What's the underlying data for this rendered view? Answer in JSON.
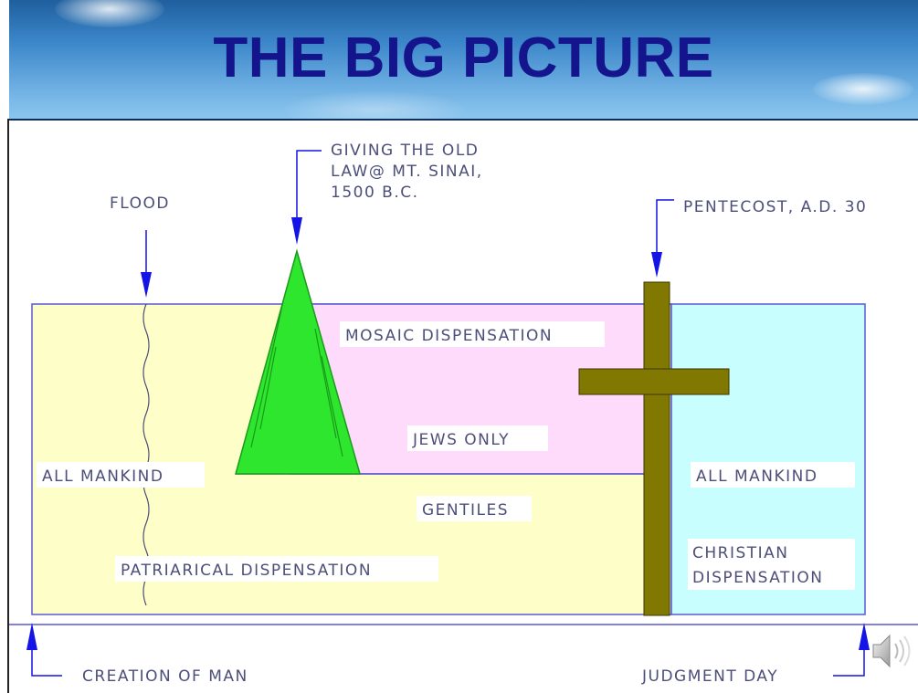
{
  "title": "THE BIG PICTURE",
  "labels": {
    "flood": "FLOOD",
    "sinai": [
      "GIVING THE OLD",
      "LAW@ MT. SINAI,",
      "1500 B.C."
    ],
    "pentecost": "PENTECOST, A.D. 30",
    "mosaic": "MOSAIC DISPENSATION",
    "jews_only": "JEWS ONLY",
    "all_mankind_left": "ALL MANKIND",
    "gentiles": "GENTILES",
    "patriarical": "PATRIARICAL DISPENSATION",
    "all_mankind_right": "ALL MANKIND",
    "christian": [
      "CHRISTIAN",
      "DISPENSATION"
    ],
    "creation": "CREATION OF MAN",
    "judgment": "JUDGMENT DAY"
  },
  "colors": {
    "patriarchal_region": "#fefec8",
    "mosaic_region": "#fedbfa",
    "christian_region": "#c8fefe",
    "mountain": "#2ee62e",
    "cross": "#807800",
    "arrows": "#1414e6",
    "title": "#14148c"
  },
  "icons": {
    "speaker": "speaker-icon"
  }
}
